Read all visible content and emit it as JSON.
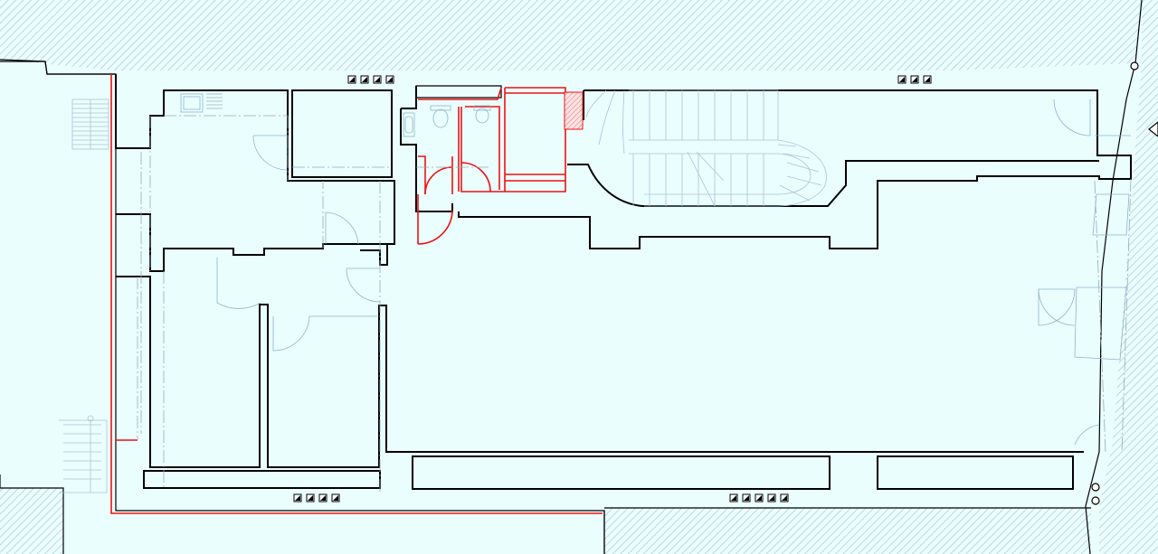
{
  "drawing": {
    "type": "floor-plan",
    "colors": {
      "background": "#eafefe",
      "existing_walls": "#000000",
      "new_walls": "#ee1111",
      "auxiliary_lines": "#8fb3c8",
      "neighbour_hatch": "#b8cdd6"
    },
    "legend": {
      "existing_walls": "black",
      "new_construction": "red"
    },
    "icons": [
      "vent-block-icon",
      "entrance-triangle-icon",
      "downpipe-icon",
      "toilet-icon",
      "sink-icon",
      "staircase-icon"
    ],
    "vent_groups": [
      {
        "id": "top-left",
        "count": 4
      },
      {
        "id": "top-right",
        "count": 3
      },
      {
        "id": "bottom-left",
        "count": 4
      },
      {
        "id": "bottom-right",
        "count": 5
      }
    ]
  }
}
